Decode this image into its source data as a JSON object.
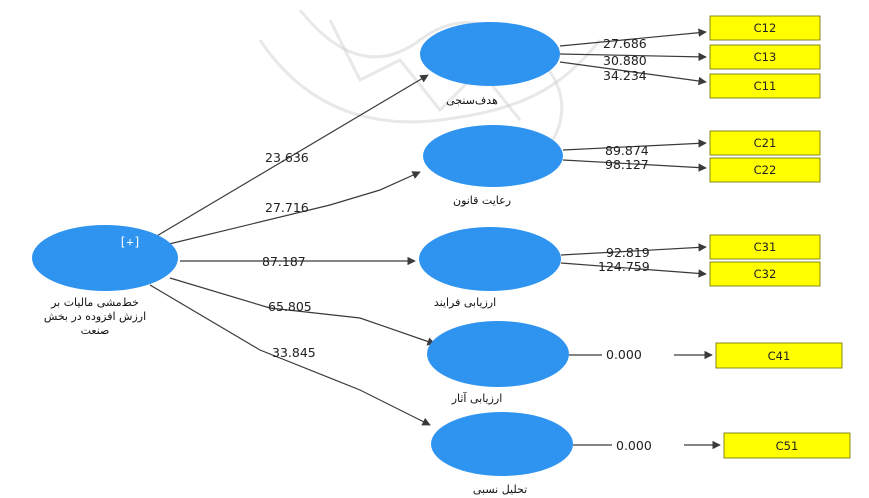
{
  "diagram": {
    "type": "structural-path-model",
    "exogenous": {
      "r2_label": "[+]",
      "label_lines": [
        "خط‌مشی مالیات بر",
        "ارزش افزوده در بخش",
        "صنعت"
      ]
    },
    "constructs": [
      {
        "id": "c1",
        "label": "هدف‌سنجی",
        "path_t": "23.636",
        "indicators": [
          {
            "code": "C12",
            "t": "27.686"
          },
          {
            "code": "C13",
            "t": "30.880"
          },
          {
            "code": "C11",
            "t": "34.234"
          }
        ]
      },
      {
        "id": "c2",
        "label": "رعایت قانون",
        "path_t": "27.716",
        "indicators": [
          {
            "code": "C21",
            "t": "89.874"
          },
          {
            "code": "C22",
            "t": "98.127"
          }
        ]
      },
      {
        "id": "c3",
        "label": "ارزیابی فرایند",
        "path_t": "87.187",
        "indicators": [
          {
            "code": "C31",
            "t": "92.819"
          },
          {
            "code": "C32",
            "t": "124.759"
          }
        ]
      },
      {
        "id": "c4",
        "label": "ارزیابی آثار",
        "path_t": "65.805",
        "indicators": [
          {
            "code": "C41",
            "t": "0.000"
          }
        ]
      },
      {
        "id": "c5",
        "label": "تحلیل نسبی",
        "path_t": "33.845",
        "indicators": [
          {
            "code": "C51",
            "t": "0.000"
          }
        ]
      }
    ],
    "colors": {
      "node": "#2f94f0",
      "indicator_box": "#ffff00",
      "edge": "#3a3a3a"
    }
  }
}
